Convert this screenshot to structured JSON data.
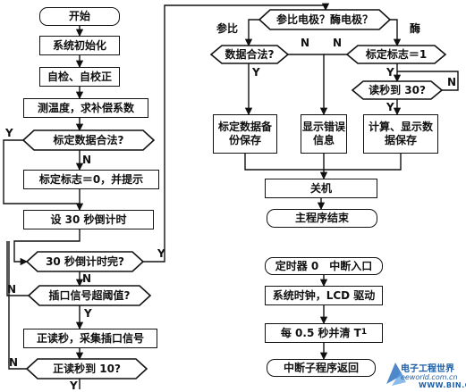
{
  "left_column": {
    "start": "开始",
    "init": "系统初始化",
    "self_check": "自检、自校正",
    "measure_temp": "测温度，求补偿系数",
    "check_cal_data": "标定数据合法?",
    "set_flag_zero": "标定标志＝0，并提示",
    "countdown_30s": "设 30 秒倒计时",
    "countdown_done": "30 秒倒计时完?",
    "plug_signal": "插口信号超阈值?",
    "read_sample": "正读秒，采集插口信号",
    "read_to_10": "正读秒到 10?"
  },
  "right_column": {
    "electrode_type": "参比电极？酶电极？",
    "ref_data_valid": "数据合法?",
    "cal_flag_one": "标定标志＝1",
    "read_to_30": "读秒到 30?",
    "backup_cal": "标定数据备份保存",
    "show_error": "显示错误信息",
    "compute_save": "计算、显示数据保存",
    "power_off": "关机",
    "main_end": "主程序结束"
  },
  "interrupt": {
    "timer_entry": "定时器 0　中断入口",
    "clock_lcd": "系统时钟，LCD 驱动",
    "clear_t1": "每 0.5 秒并清 T",
    "clear_t1_sub": "1",
    "isr_return": "中断子程序返回"
  },
  "labels": {
    "y": "Y",
    "n": "N",
    "ref": "参比",
    "enzyme": "酶"
  },
  "watermark": {
    "text": "电子工程世界",
    "sub": "eeworld.com.cn",
    "site": "WWW.BIN.COM"
  },
  "colors": {
    "line": "#111111",
    "watermark": "#1f5fa6"
  }
}
